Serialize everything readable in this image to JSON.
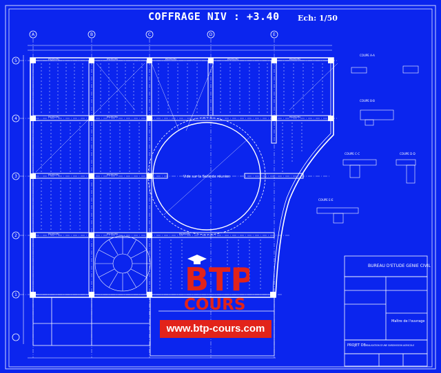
{
  "drawing": {
    "title": "COFFRAGE NIV : +3.40",
    "scale": "Ech: 1/50",
    "grid_axes_x": [
      "A",
      "B",
      "C",
      "D",
      "E"
    ],
    "grid_axes_y": [
      "5",
      "4",
      "3",
      "2",
      "1"
    ],
    "room_label": "Vide sur la Salle de réunion"
  },
  "sections": {
    "a": "COUPE A-A",
    "b": "COUPE B-B",
    "c": "COUPE C-C",
    "d": "COUPE D-D",
    "e": "COUPE E-E"
  },
  "cartouche": {
    "bureau": "BUREAU D'ETUDE GENIE CIVIL",
    "maitre": "Maître de l'ouvrage",
    "projet_label": "PROJET DE :",
    "projet_text": "REALISATION D'UNE SUBDIVISION AGRICOLE"
  },
  "watermark": {
    "letters": "BTP",
    "cours": "COURS",
    "site": "www.btp-cours.com"
  },
  "colors": {
    "background": "#0b25ee",
    "lines": "#ffffff",
    "watermark_red": "#e2231a"
  }
}
